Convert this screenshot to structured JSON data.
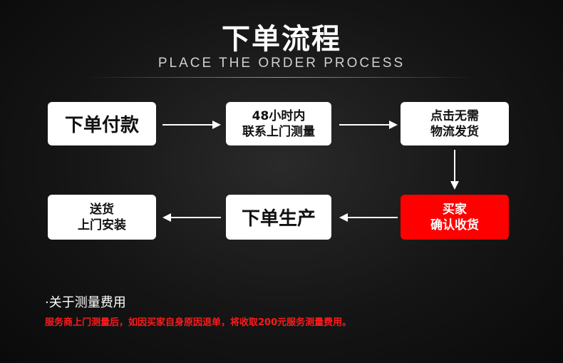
{
  "header": {
    "title": "下单流程",
    "subtitle": "PLACE THE ORDER PROCESS"
  },
  "steps": {
    "step1": "下单付款",
    "step2_line1": "48小时内",
    "step2_line2": "联系上门测量",
    "step3_line1": "点击无需",
    "step3_line2": "物流发货",
    "step4_line1": "买家",
    "step4_line2": "确认收货",
    "step5": "下单生产",
    "step6_line1": "送货",
    "step6_line2": "上门安装"
  },
  "note": {
    "title": "·关于测量费用",
    "text": "服务商上门测量后，如因买家自身原因退单，将收取200元服务测量费用。"
  },
  "colors": {
    "highlight": "#ff0000",
    "box": "#ffffff",
    "note_text": "#ff1a1a"
  }
}
